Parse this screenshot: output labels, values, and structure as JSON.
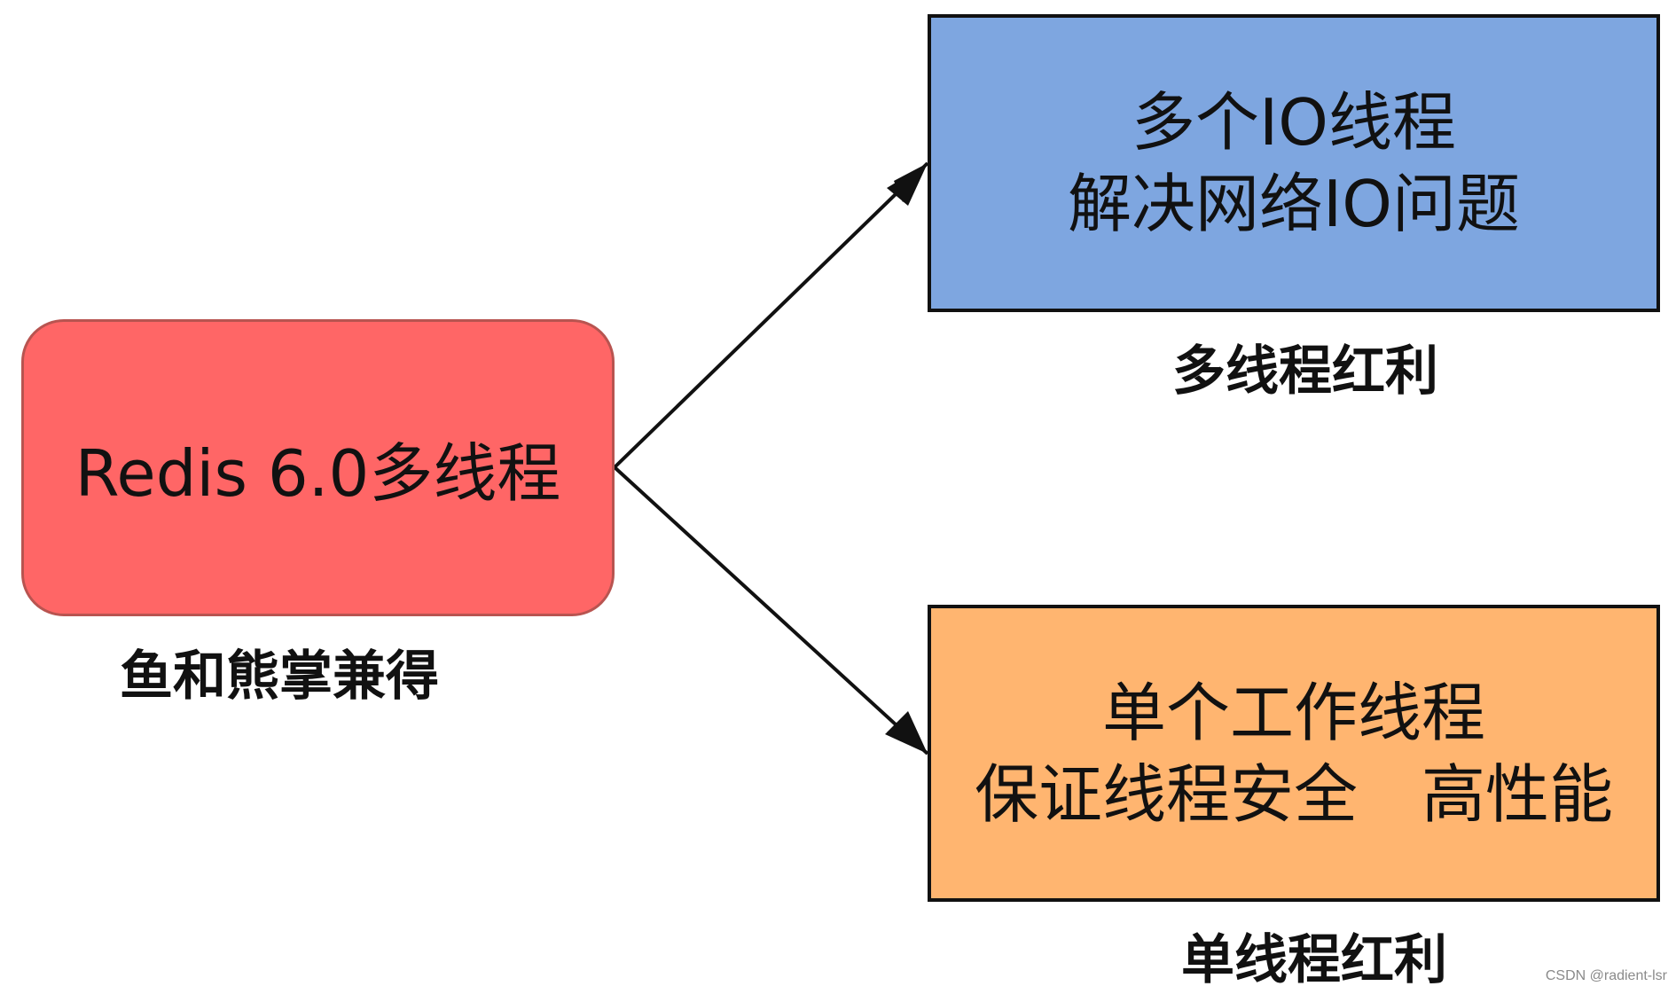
{
  "colors": {
    "redis_fill": "#ff6666",
    "redis_stroke": "#b85450",
    "multi_fill": "#7ea6e0",
    "single_fill": "#ffb570",
    "stroke": "#111111"
  },
  "nodes": {
    "redis": {
      "label": "Redis 6.0多线程",
      "caption": "鱼和熊掌兼得"
    },
    "multi": {
      "line1": "多个IO线程",
      "line2": "解决网络IO问题",
      "caption": "多线程红利"
    },
    "single": {
      "line1": "单个工作线程",
      "line2": "保证线程安全　高性能",
      "caption": "单线程红利"
    }
  },
  "edges": [
    {
      "from": "redis",
      "to": "multi"
    },
    {
      "from": "redis",
      "to": "single"
    }
  ],
  "watermark": "CSDN @radient-lsr"
}
